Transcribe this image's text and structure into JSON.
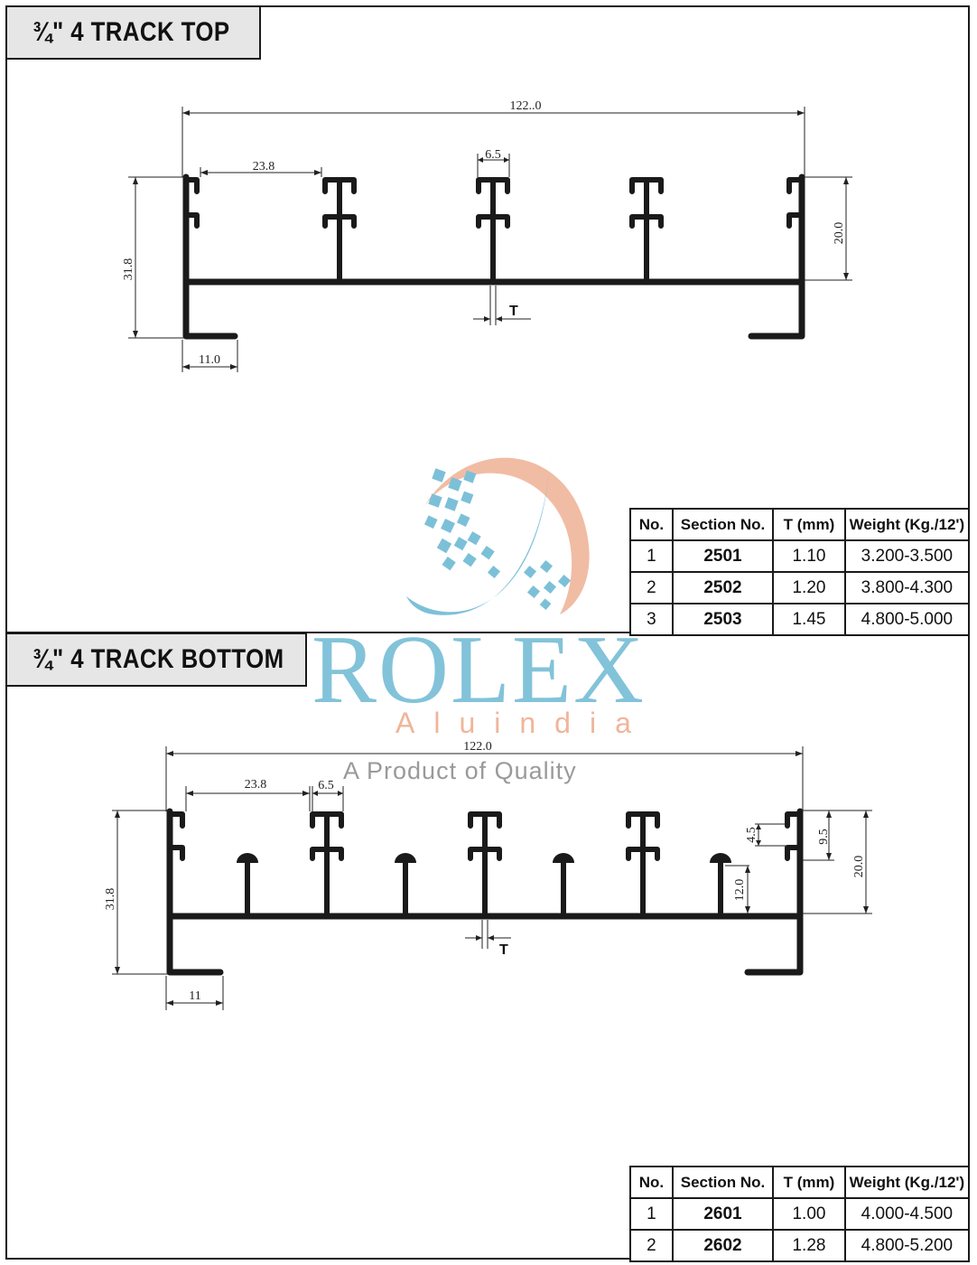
{
  "top_section": {
    "title": "¾\" 4 TRACK TOP",
    "dimensions": {
      "overall_width": "122..0",
      "track_spacing": "23.8",
      "stem_width": "6.5",
      "height": "31.8",
      "track_height": "20.0",
      "lip": "11.0",
      "thickness": "T"
    },
    "table": {
      "headers": [
        "No.",
        "Section No.",
        "T (mm)",
        "Weight (Kg./12')"
      ],
      "rows": [
        {
          "no": "1",
          "section": "2501",
          "t": "1.10",
          "weight": "3.200-3.500"
        },
        {
          "no": "2",
          "section": "2502",
          "t": "1.20",
          "weight": "3.800-4.300"
        },
        {
          "no": "3",
          "section": "2503",
          "t": "1.45",
          "weight": "4.800-5.000"
        }
      ]
    }
  },
  "bottom_section": {
    "title": "¾\" 4 TRACK BOTTOM",
    "dimensions": {
      "overall_width": "122.0",
      "track_spacing": "23.8",
      "stem_width": "6.5",
      "height": "31.8",
      "track_height": "20.0",
      "lip": "11",
      "thickness": "T",
      "notch": "4.5",
      "upper": "9.5",
      "rail_height": "12.0"
    },
    "table": {
      "headers": [
        "No.",
        "Section No.",
        "T (mm)",
        "Weight (Kg./12')"
      ],
      "rows": [
        {
          "no": "1",
          "section": "2601",
          "t": "1.00",
          "weight": "4.000-4.500"
        },
        {
          "no": "2",
          "section": "2602",
          "t": "1.28",
          "weight": "4.800-5.200"
        }
      ]
    }
  },
  "watermark": {
    "name": "ROLEX",
    "sub": "Aluindia",
    "tagline": "A Product of Quality",
    "colors": {
      "blue": "#7cc0d8",
      "peach": "#f0b59a",
      "grey": "#9a9a9a"
    }
  }
}
